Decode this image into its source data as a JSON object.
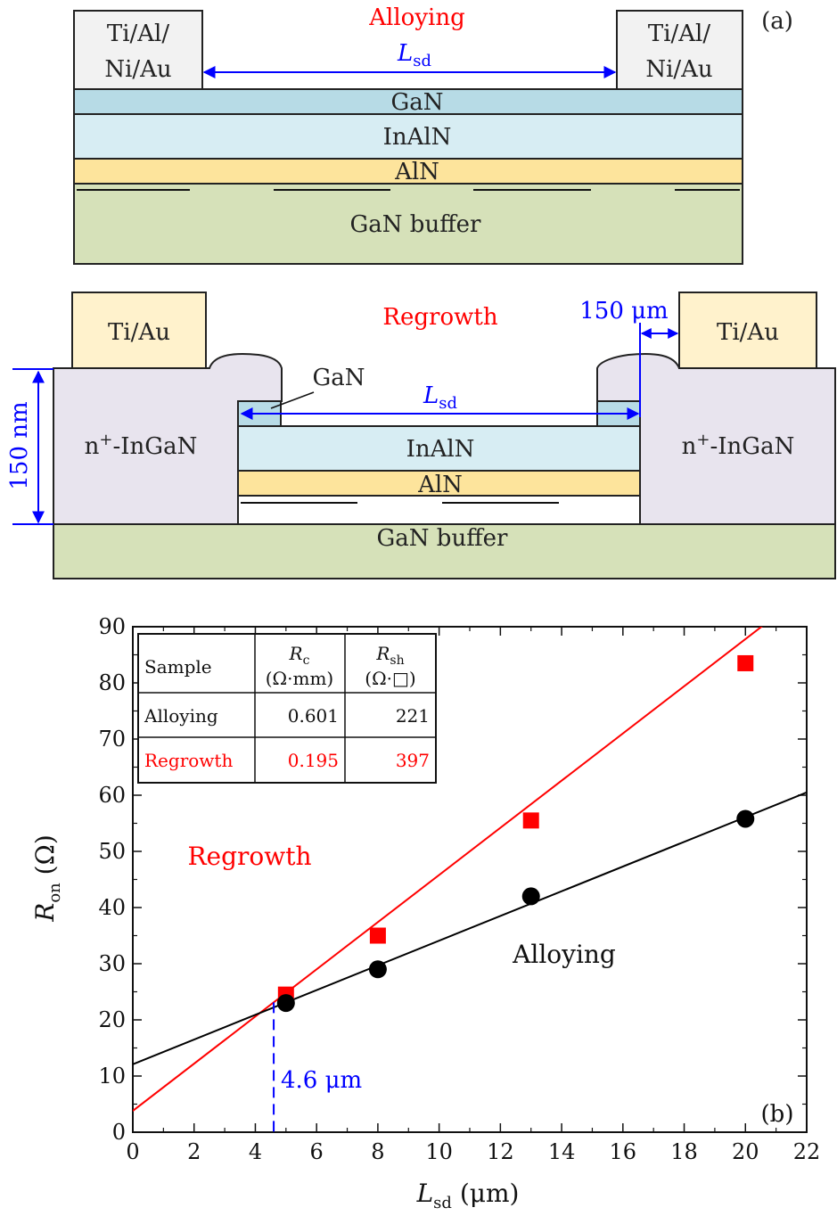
{
  "diagram_a": {
    "panel_label": "(a)",
    "title": "Alloying",
    "left_contact": [
      "Ti/Al/",
      "Ni/Au"
    ],
    "right_contact": [
      "Ti/Al/",
      "Ni/Au"
    ],
    "lsd_main": "L",
    "lsd_sub": "sd",
    "layers": [
      "GaN",
      "InAlN",
      "AlN",
      "GaN buffer"
    ]
  },
  "diagram_regrowth": {
    "title": "Regrowth",
    "left_contact": "Ti/Au",
    "right_contact": "Ti/Au",
    "gap_label": "150 μm",
    "height_label": "150 nm",
    "gan_label": "GaN",
    "lsd_main": "L",
    "lsd_sub": "sd",
    "left_region_main": "n",
    "left_region_sup": "+",
    "left_region_rest": "-InGaN",
    "right_region_main": "n",
    "right_region_sup": "+",
    "right_region_rest": "-InGaN",
    "layers": [
      "InAlN",
      "AlN",
      "GaN buffer"
    ]
  },
  "chart_data": {
    "type": "scatter",
    "panel_label": "(b)",
    "xlabel_main": "L",
    "xlabel_sub": "sd",
    "xlabel_unit": "(μm)",
    "ylabel_main": "R",
    "ylabel_sub": "on",
    "ylabel_unit": "(Ω)",
    "xlim": [
      0,
      22
    ],
    "ylim": [
      0,
      90
    ],
    "xticks": [
      0,
      2,
      4,
      6,
      8,
      10,
      12,
      14,
      16,
      18,
      20,
      22
    ],
    "yticks": [
      0,
      10,
      20,
      30,
      40,
      50,
      60,
      70,
      80,
      90
    ],
    "series": [
      {
        "name": "Regrowth",
        "color": "#ff0000",
        "marker": "square",
        "x": [
          5,
          8,
          13,
          20
        ],
        "y": [
          24.5,
          35,
          55.5,
          83.5
        ],
        "fit": {
          "intercept": 3.8,
          "slope": 4.2
        }
      },
      {
        "name": "Alloying",
        "color": "#000000",
        "marker": "circle",
        "x": [
          5,
          8,
          13,
          20
        ],
        "y": [
          23,
          29,
          42,
          55.8
        ],
        "fit": {
          "intercept": 12.1,
          "slope": 2.2
        }
      }
    ],
    "annotation": {
      "x": 4.6,
      "label": "4.6 μm",
      "color": "#0000ff"
    },
    "table": {
      "headers": [
        {
          "main": "Sample",
          "sub": "",
          "unit": ""
        },
        {
          "main": "R",
          "sub": "c",
          "unit": "(Ω·mm)"
        },
        {
          "main": "R",
          "sub": "sh",
          "unit": "(Ω·□)"
        }
      ],
      "rows": [
        {
          "sample": "Alloying",
          "rc": "0.601",
          "rsh": "221",
          "color": "#111111"
        },
        {
          "sample": "Regrowth",
          "rc": "0.195",
          "rsh": "397",
          "color": "#ff0000"
        }
      ]
    }
  }
}
